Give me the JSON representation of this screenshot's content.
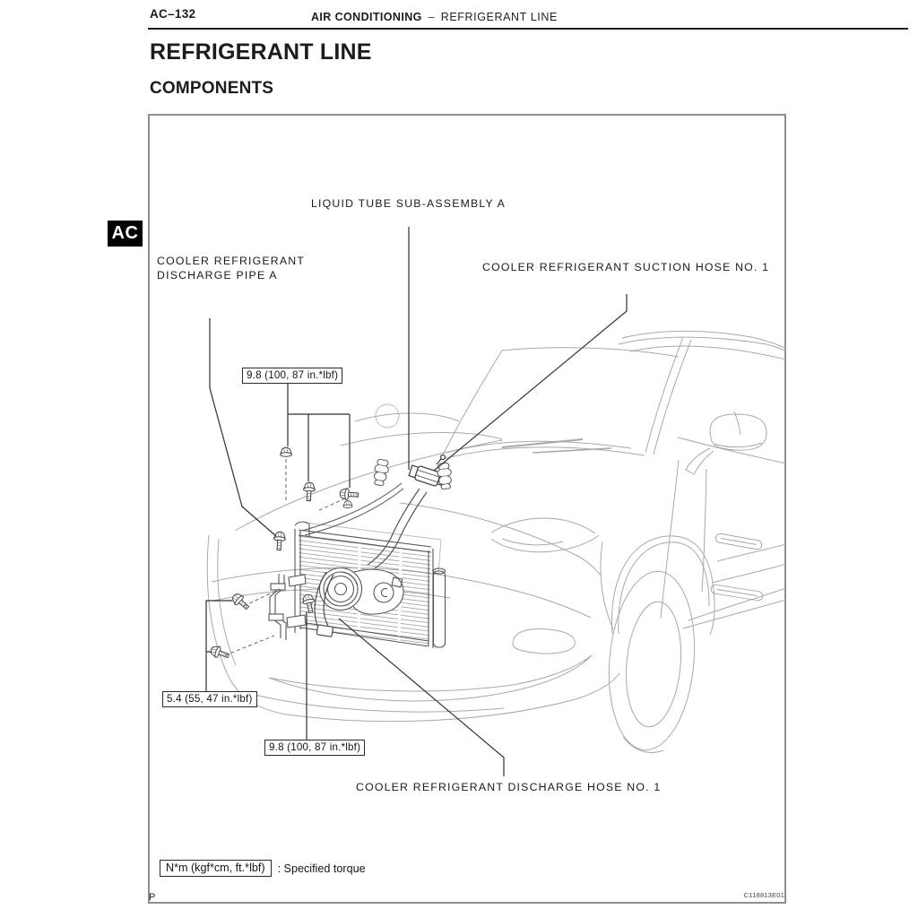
{
  "page": {
    "header": {
      "page_number": "AC–132",
      "section": "AIR CONDITIONING",
      "separator": "–",
      "subsection": "REFRIGERANT LINE"
    },
    "title": "REFRIGERANT LINE",
    "subtitle": "COMPONENTS",
    "side_tab": "AC",
    "footer_left": "P",
    "figure_code": "C118813E01"
  },
  "figure": {
    "labels": {
      "discharge_pipe": {
        "line1": "COOLER REFRIGERANT",
        "line2": "DISCHARGE PIPE A"
      },
      "liquid_tube": "LIQUID TUBE SUB-ASSEMBLY A",
      "suction_hose": "COOLER REFRIGERANT SUCTION HOSE NO. 1",
      "discharge_hose": "COOLER REFRIGERANT DISCHARGE HOSE NO. 1"
    },
    "torques": {
      "t1": "9.8 (100, 87 in.*lbf)",
      "t2": "5.4 (55, 47 in.*lbf)",
      "t3": "9.8 (100, 87 in.*lbf)"
    },
    "legend": {
      "unit": "N*m (kgf*cm, ft.*lbf)",
      "meaning": ": Specified torque"
    }
  },
  "colors": {
    "car_outline": "#a8a8a8",
    "part_line": "#555555",
    "leader_line": "#2f2f2f",
    "tab_bg": "#000000",
    "tab_fg": "#ffffff"
  }
}
